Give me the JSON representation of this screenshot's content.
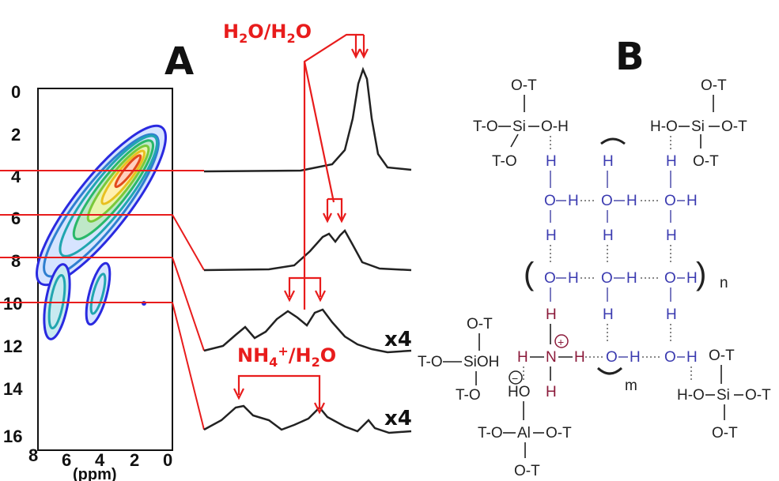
{
  "panels": {
    "a": "A",
    "b": "B"
  },
  "contour": {
    "y_ticks": [
      "0",
      "2",
      "4",
      "6",
      "8",
      "10",
      "12",
      "14",
      "16"
    ],
    "x_ticks": [
      "8",
      "6",
      "4",
      "2",
      "0"
    ],
    "x_label": "(ppm)"
  },
  "annotations": {
    "h2o_h2o_main": "H",
    "h2o_h2o_sub1": "2",
    "h2o_h2o_mid": "O/H",
    "h2o_h2o_sub2": "2",
    "h2o_h2o_end": "O",
    "nh4_main": "NH",
    "nh4_sub": "4",
    "nh4_sup": "+",
    "nh4_end": "/H",
    "nh4_sub2": "2",
    "nh4_end2": "O",
    "scale_1": "x4",
    "scale_2": "x4"
  },
  "structure": {
    "tl": {
      "ot_top": "O-T",
      "left": "T-O",
      "si": "Si",
      "oh": "O-H",
      "ot_bot": "T-O"
    },
    "tr": {
      "ot_top": "O-T",
      "ho": "H-O",
      "si": "Si",
      "ot_right": "O-T",
      "ot_bot": "O-T"
    },
    "bl": {
      "ot_top": "O-T",
      "left": "T-O",
      "sioh": "SiOH",
      "ot_bot": "T-O",
      "ho": "HO",
      "al_left": "T-O",
      "al": "Al",
      "al_right": "O-T",
      "al_bot": "O-T"
    },
    "br": {
      "ot_top": "O-T",
      "ho": "H-O",
      "si": "Si",
      "ot_right": "O-T",
      "ot_bot": "O-T"
    },
    "paren_n": "n",
    "paren_m": "m",
    "plus": "+",
    "minus": "−",
    "H": "H",
    "O": "O",
    "N": "N"
  }
}
